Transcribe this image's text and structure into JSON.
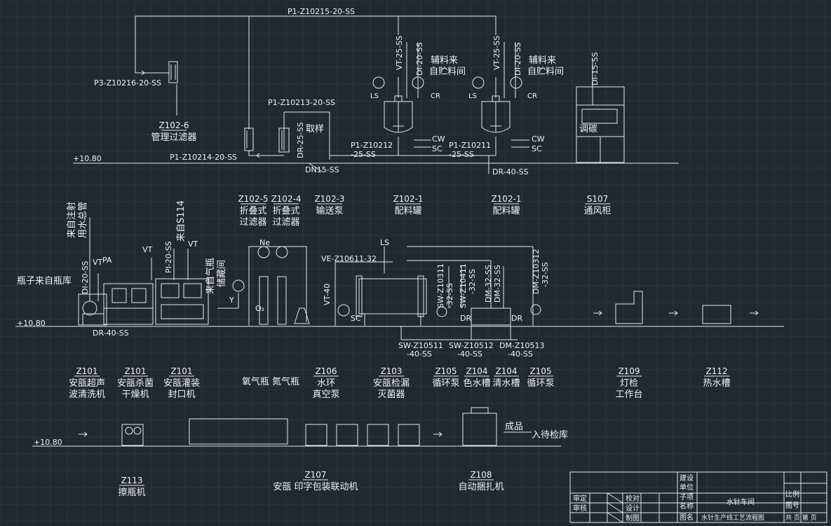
{
  "pipes": {
    "top": "P1-Z10215-20-SS",
    "p3": "P3-Z10216-20-SS",
    "z10213": "P1-Z10213-20-SS",
    "z10214": "P1-Z10214-20-SS",
    "z10212a": "P1-Z10212",
    "z10212b": "-25-SS",
    "z10211a": "P1-Z10211",
    "z10211b": "-25-SS",
    "dn15": "DN15-SS",
    "dr25": "DR-25-SS",
    "dr40top": "DR-40-SS",
    "di15": "DI-15-SS",
    "vt25": "VT-25-SS",
    "di20": "DI-20-SS",
    "ve": "VE-Z10611-32",
    "vt40": "VT-40",
    "sw511a": "SW-Z10511",
    "sw511b": "-40-SS",
    "sw512a": "SW-Z10512",
    "sw512b": "-40-SS",
    "dm513a": "DM-Z10513",
    "dm513b": "-40-SS",
    "sw311": "SW-Z10311",
    "sw311b": "-32-SS",
    "sw411": "SW-Z10411",
    "sw411b": "-32-SS",
    "dm32": "DM-32-SS",
    "dm312": "DM-Z10312",
    "dm312b": "-32-SS",
    "dr40bot": "DR-40-SS",
    "pi20": "PI-20-SS",
    "di20b": "DI-20-SS"
  },
  "labels": {
    "aux1a": "辅料来",
    "aux1b": "自贮料间",
    "aux2a": "辅料来",
    "aux2b": "自贮料间",
    "sample": "取样",
    "adjust": "调碳",
    "elev1": "+10.80",
    "elev2": "+10.80",
    "elev3": "+10.80",
    "bottles": "瓶子来自瓶库",
    "fromInj": "来自注射",
    "waterStation": "用水总管",
    "fromS114a": "来自S114",
    "fromGas": "来自气瓶",
    "storage": "储藏间",
    "product": "成品",
    "toWarehouse": "入待检库",
    "ls": "LS",
    "cr": "CR",
    "cw": "CW",
    "sc": "SC",
    "ne": "Ne",
    "o2": "O₂",
    "vt": "VT",
    "pa": "PA",
    "dr": "DR",
    "y": "Y"
  },
  "equipment_top": [
    {
      "code": "Z102-6",
      "name": "管理过滤器"
    },
    {
      "code": "Z102-5",
      "name": "折叠式",
      "name2": "过滤器"
    },
    {
      "code": "Z102-4",
      "name": "折叠式",
      "name2": "过滤器"
    },
    {
      "code": "Z102-3",
      "name": "输送泵"
    },
    {
      "code": "Z102-1",
      "name": "配料罐"
    },
    {
      "code": "Z102-1",
      "name": "配料罐"
    },
    {
      "code": "S107",
      "name": "通风柜"
    }
  ],
  "equipment_mid": [
    {
      "code": "Z101",
      "name": "安瓿超声",
      "name2": "波清洗机"
    },
    {
      "code": "Z101",
      "name": "安瓿杀菌",
      "name2": "干燥机"
    },
    {
      "code": "Z101",
      "name": "安瓿灌装",
      "name2": "封口机"
    },
    {
      "code": "",
      "name": "氧气瓶  氮气瓶",
      "name2": ""
    },
    {
      "code": "Z106",
      "name": "水环",
      "name2": "真空泵"
    },
    {
      "code": "Z103",
      "name": "安瓿检漏",
      "name2": "灭菌器"
    },
    {
      "code": "Z105",
      "name": "循环泵",
      "name2": ""
    },
    {
      "code": "Z104",
      "name": "色水槽",
      "name2": ""
    },
    {
      "code": "Z104",
      "name": "清水槽",
      "name2": ""
    },
    {
      "code": "Z105",
      "name": "循环泵",
      "name2": ""
    },
    {
      "code": "Z109",
      "name": "灯检",
      "name2": "工作台"
    },
    {
      "code": "Z112",
      "name": "热水槽",
      "name2": ""
    }
  ],
  "equipment_bot": [
    {
      "code": "Z113",
      "name": "擦瓶机"
    },
    {
      "code": "Z107",
      "name": "安瓿  印字包装联动机"
    },
    {
      "code": "Z108",
      "name": "自动捆扎机"
    }
  ],
  "title_block": {
    "review": "审定",
    "check": "审核",
    "proofread": "校对",
    "design": "设计",
    "draw": "制图",
    "unit1": "建设",
    "unit2": "单位",
    "item1": "子项",
    "item2": "名称",
    "drawingName": "图名",
    "workshop": "水针车间",
    "drawingTitle": "水针生产线工艺流程图",
    "scale": "比例",
    "drawingNo": "图号",
    "sheets": "共  页  第  页"
  },
  "colors": {
    "background": "#212830",
    "line": "#e8e8e8",
    "accent": "#ff3b3b"
  }
}
